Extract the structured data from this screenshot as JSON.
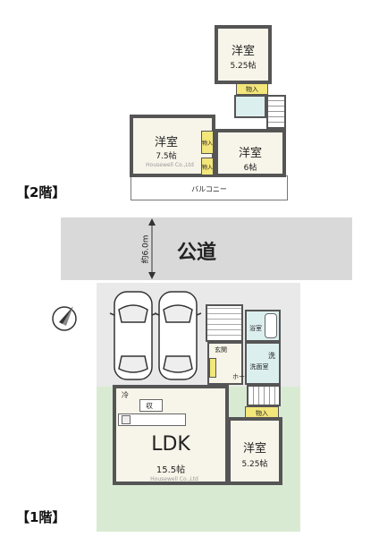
{
  "floor2": {
    "tag": "【2階】",
    "rooms": [
      {
        "name": "洋室",
        "size": "5.25帖"
      },
      {
        "name": "洋室",
        "size": "7.5帖"
      },
      {
        "name": "洋室",
        "size": "6帖"
      }
    ],
    "closets": [
      "物入",
      "物入",
      "物入"
    ],
    "balcony": "バルコニー",
    "watermark": "Housewell Co.,Ltd"
  },
  "road": {
    "label": "公道",
    "width": "約6.0m"
  },
  "floor1": {
    "tag": "【1階】",
    "ldk": {
      "name": "LDK",
      "size": "15.5帖"
    },
    "bedroom": {
      "name": "洋室",
      "size": "5.25帖"
    },
    "closet": "物入",
    "bath": "浴室",
    "washroom": "洗面室",
    "wash": "洗",
    "entrance": "玄関",
    "hall": "ホール",
    "storage": "収",
    "fridge": "冷",
    "watermark": "Housewell Co.,Ltd"
  },
  "colors": {
    "road": "#d9d9d9",
    "garden": "#d9ead3",
    "room_floor": "#f7f4e9",
    "closet": "#f3e67a",
    "wet_area": "#dcefef"
  }
}
